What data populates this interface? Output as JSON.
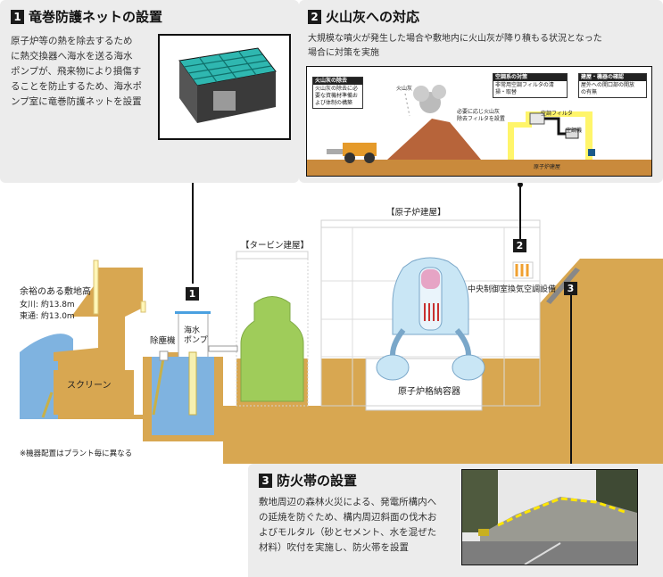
{
  "panel1": {
    "number": "1",
    "title": "竜巻防護ネットの設置",
    "text_lines": [
      "原子炉等の熱を除去するため",
      "に熱交換器へ海水を送る海水",
      "ポンプが、飛来物により損傷す",
      "ることを防止するため、海水ポ",
      "ンプ室に竜巻防護ネットを設置"
    ]
  },
  "panel2": {
    "number": "2",
    "title": "火山灰への対応",
    "text_lines": [
      "大規模な噴火が発生した場合や敷地内に火山灰が降り積もる状況となった",
      "場合に対策を実施"
    ],
    "inset": {
      "box1_title": "火山灰の除去",
      "box1_lines": [
        "火山灰の除去に必",
        "要な資機材準備お",
        "よび体制の構築"
      ],
      "volcano_label": "火山灰",
      "box2_title": "空調系の対策",
      "box2_lines": [
        "非常用空調フィルタの清",
        "掃・取替"
      ],
      "box3_title": "建屋・機器の確認",
      "box3_lines": [
        "屋外への開口部の開放",
        "の有無"
      ],
      "note_lines": [
        "必要に応じ火山灰",
        "除去フィルタを設置"
      ],
      "filter_label": "空調フィルタ",
      "unit_label": "空調機",
      "building_label": "原子炉建屋"
    }
  },
  "panel3": {
    "number": "3",
    "title": "防火帯の設置",
    "text_lines": [
      "敷地周辺の森林火災による、発電所構内へ",
      "の延焼を防ぐため、構内周辺斜面の伐木お",
      "よびモルタル（砂とセメント、水を混ぜた",
      "材料）吹付を実施し、防火帯を設置"
    ]
  },
  "diagram": {
    "height_label": "余裕のある敷地高",
    "onagawa": "女川: 約13.8m",
    "higashidori": "東通: 約13.0m",
    "screen": "スクリーン",
    "dust_remover": "除塵機",
    "pump_lines": [
      "海水",
      "ポンプ"
    ],
    "turbine_building": "【タービン建屋】",
    "reactor_building": "【原子炉建屋】",
    "hvac_label": "中央制御室換気空調設備",
    "containment": "原子炉格納容器",
    "footnote": "※機器配置はプラント毎に異なる",
    "markers": [
      "1",
      "2",
      "3"
    ]
  },
  "colors": {
    "ground": "#d8a751",
    "sea": "#7fb3e0",
    "vessel_green": "#9fcc5a",
    "vessel_blue": "#c9e6f5",
    "core_pink": "#e6a4c5",
    "hvac_orange": "#f0a030",
    "inset_yellow": "#fff56a",
    "inset_ground": "#c98a3c",
    "volcano": "#b7643a"
  }
}
